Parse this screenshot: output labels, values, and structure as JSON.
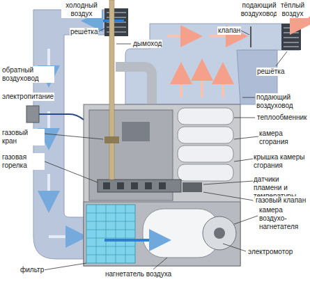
{
  "diagram": {
    "labels": [
      "холодный воздух",
      "решётка",
      "подающий воздуховод",
      "тёплый воздух",
      "клапан",
      "дымоход",
      "обратный воздуховод",
      "решётка",
      "электропитание",
      "подающий воздуховод",
      "теплообменник",
      "газовый кран",
      "камера сгорания",
      "газовая горелка",
      "крышка камеры сгорания",
      "датчики пламени и температуры",
      "газовый клапан",
      "камера воздухо- нагнетателя",
      "электромотор",
      "фильтр",
      "нагнетатель воздуха"
    ]
  }
}
